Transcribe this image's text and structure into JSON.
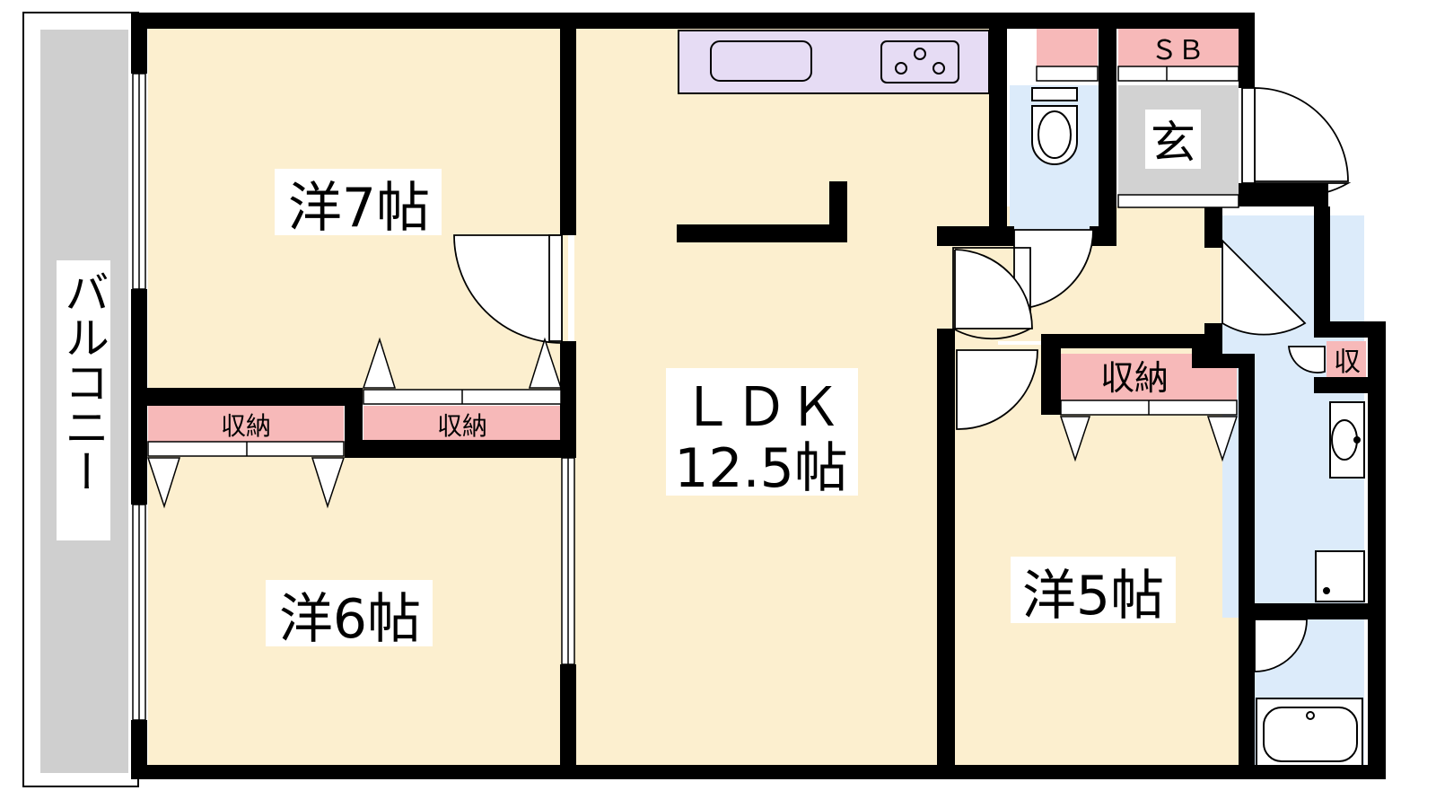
{
  "rooms": {
    "western_7": "洋7帖",
    "western_6": "洋6帖",
    "western_5": "洋5帖",
    "ldk_name": "ＬＤＫ",
    "ldk_size": "12.5帖",
    "balcony": "バルコニー",
    "entrance": "玄",
    "shoe_box": "ＳＢ",
    "storage": "収納",
    "storage_small": "収"
  },
  "colors": {
    "room_floor": "#fcefcf",
    "wet_area": "#dcebfa",
    "storage": "#f7b9b9",
    "kitchen": "#e6dcf4",
    "entrance": "#d2d2d2",
    "balcony": "#cfcfcf",
    "wall": "#000000"
  }
}
